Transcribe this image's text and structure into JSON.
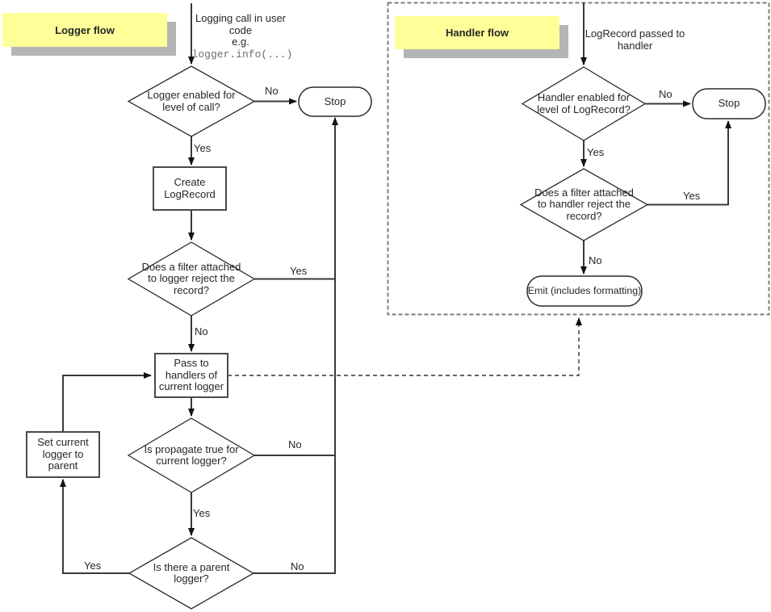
{
  "titles": {
    "logger": "Logger flow",
    "handler": "Handler flow"
  },
  "annotations": {
    "user_call": "Logging call in user\ncode\ne.g.",
    "user_code": "logger.info(...)",
    "handler_entry": "LogRecord passed to\nhandler"
  },
  "nodes": {
    "logger_level_check": {
      "type": "decision",
      "label": "Logger enabled for\nlevel of call?"
    },
    "stop_logger": {
      "type": "terminator",
      "label": "Stop"
    },
    "create_logrecord": {
      "type": "process",
      "label": "Create\nLogRecord"
    },
    "logger_filter_check": {
      "type": "decision",
      "label": "Does a filter attached\nto logger reject the\nrecord?"
    },
    "pass_to_handlers": {
      "type": "process",
      "label": "Pass to\nhandlers of\ncurrent logger"
    },
    "propagate_check": {
      "type": "decision",
      "label": "Is propagate true for\ncurrent logger?"
    },
    "parent_check": {
      "type": "decision",
      "label": "Is there a parent\nlogger?"
    },
    "set_current_logger": {
      "type": "process",
      "label": "Set current\nlogger to parent"
    },
    "handler_level_check": {
      "type": "decision",
      "label": "Handler enabled for\nlevel of LogRecord?"
    },
    "stop_handler": {
      "type": "terminator",
      "label": "Stop"
    },
    "handler_filter_check": {
      "type": "decision",
      "label": "Does a filter attached\nto handler reject the\nrecord?"
    },
    "emit": {
      "type": "terminator",
      "label": "Emit (includes formatting)"
    }
  },
  "edge_labels": {
    "logger_level_no": "No",
    "logger_level_yes": "Yes",
    "logger_filter_yes": "Yes",
    "logger_filter_no": "No",
    "propagate_no": "No",
    "propagate_yes": "Yes",
    "parent_yes": "Yes",
    "parent_no": "No",
    "handler_level_no": "No",
    "handler_level_yes": "Yes",
    "handler_filter_yes": "Yes",
    "handler_filter_no": "No"
  },
  "colors": {
    "label_bg": "#ffff99",
    "label_shadow": "#b5b5b5",
    "line": "#3a3a3a",
    "text": "#262626",
    "code_text": "#6e6e6e",
    "diagram_bg": "#ffffff"
  }
}
